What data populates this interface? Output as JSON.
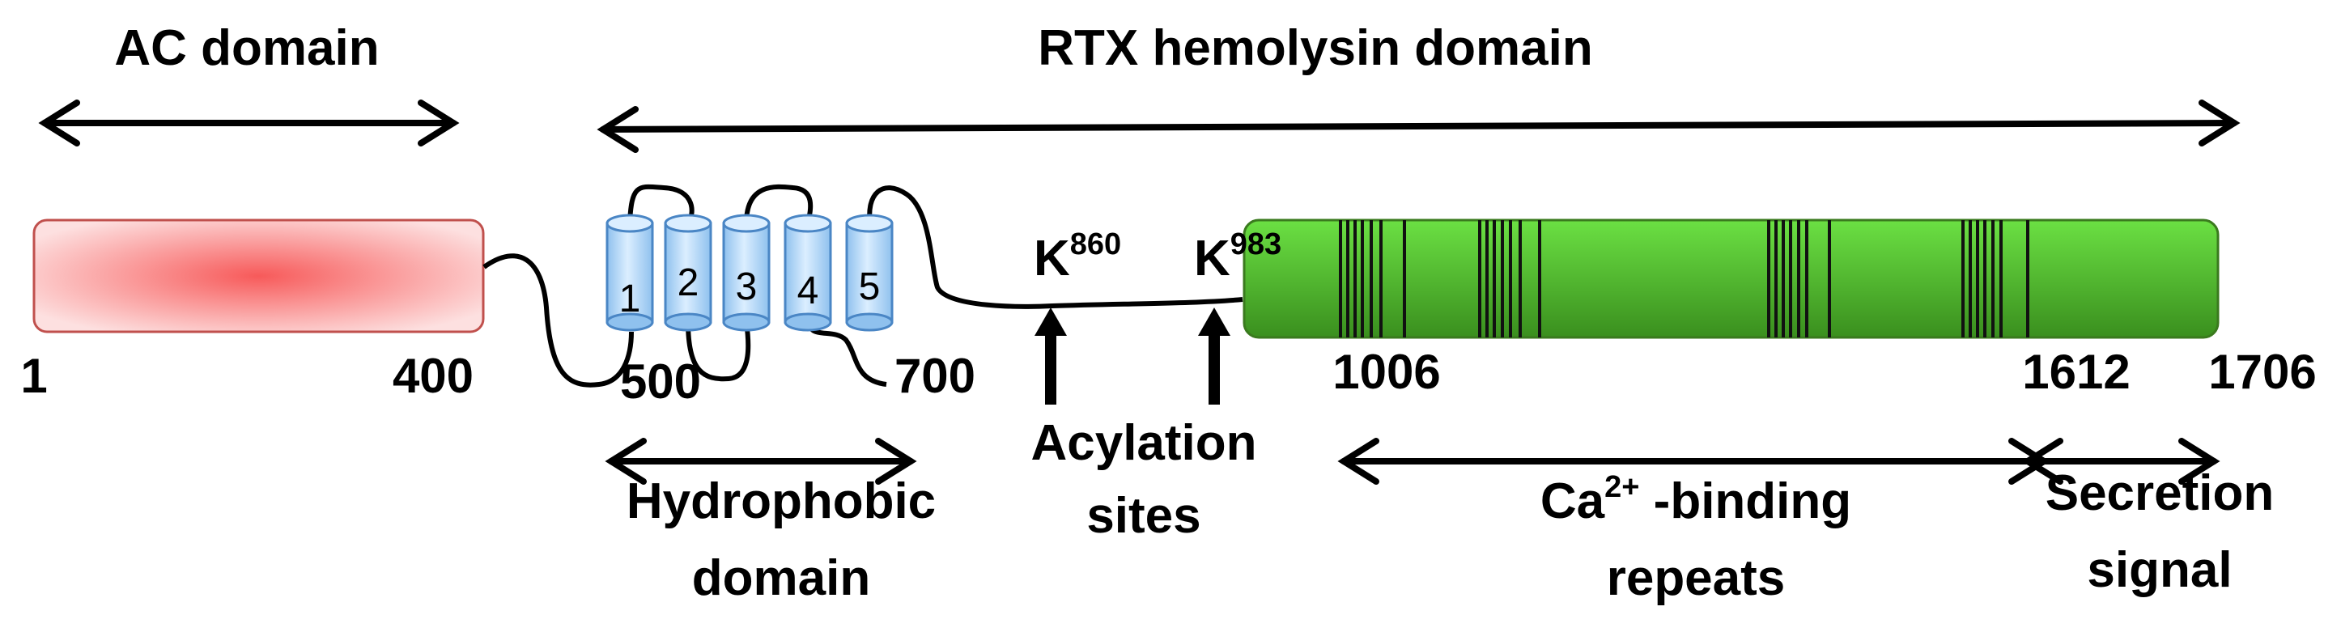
{
  "domains": {
    "ac": "AC domain",
    "rtx": "RTX hemolysin domain"
  },
  "positions": {
    "p1": "1",
    "p400": "400",
    "p500": "500",
    "p700": "700",
    "p1006": "1006",
    "p1612": "1612",
    "p1706": "1706"
  },
  "helices": [
    "1",
    "2",
    "3",
    "4",
    "5"
  ],
  "lysines": [
    {
      "base": "K",
      "sup": "860"
    },
    {
      "base": "K",
      "sup": "983"
    }
  ],
  "labels": {
    "acylation_line1": "Acylation",
    "acylation_line2": "sites",
    "hydrophobic_line1": "Hydrophobic",
    "hydrophobic_line2": "domain",
    "ca_prefix": "Ca",
    "ca_sup": "2+",
    "ca_suffix": " -binding",
    "ca_line2": "repeats",
    "secretion_line1": "Secretion",
    "secretion_line2": "signal"
  },
  "colors": {
    "ac_fill_center": "#f75a5a",
    "ac_fill_edge": "#fde0e0",
    "ac_stroke": "#c0504d",
    "rtx_fill_light": "#5fd63a",
    "rtx_fill_dark": "#3a8f1e",
    "helix_fill_light": "#dbeeff",
    "helix_fill_dark": "#8fc1ee",
    "helix_stroke": "#4a86c5"
  }
}
